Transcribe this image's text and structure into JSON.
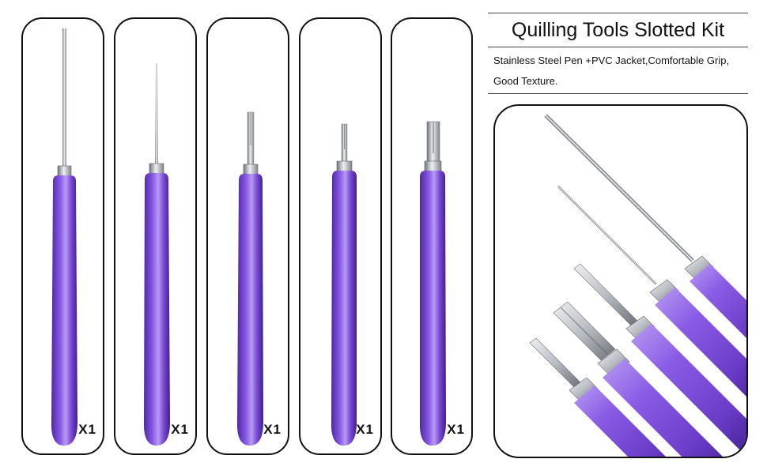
{
  "heading": {
    "title": "Quilling Tools Slotted Kit",
    "description_line1": "Stainless Steel Pen +PVC Jacket,Comfortable Grip,",
    "description_line2": "Good Texture."
  },
  "tools": [
    {
      "tip": "long-needle",
      "quantity": "X1"
    },
    {
      "tip": "fine-needle",
      "quantity": "X1"
    },
    {
      "tip": "slotted-small",
      "quantity": "X1"
    },
    {
      "tip": "slotted-mini",
      "quantity": "X1"
    },
    {
      "tip": "slotted-wide",
      "quantity": "X1"
    }
  ],
  "colors": {
    "handle": "#7b4cd6",
    "handle_dark": "#4f27a5",
    "handle_light": "#b79bf2",
    "steel": "#b9bcc2",
    "border": "#111111"
  }
}
